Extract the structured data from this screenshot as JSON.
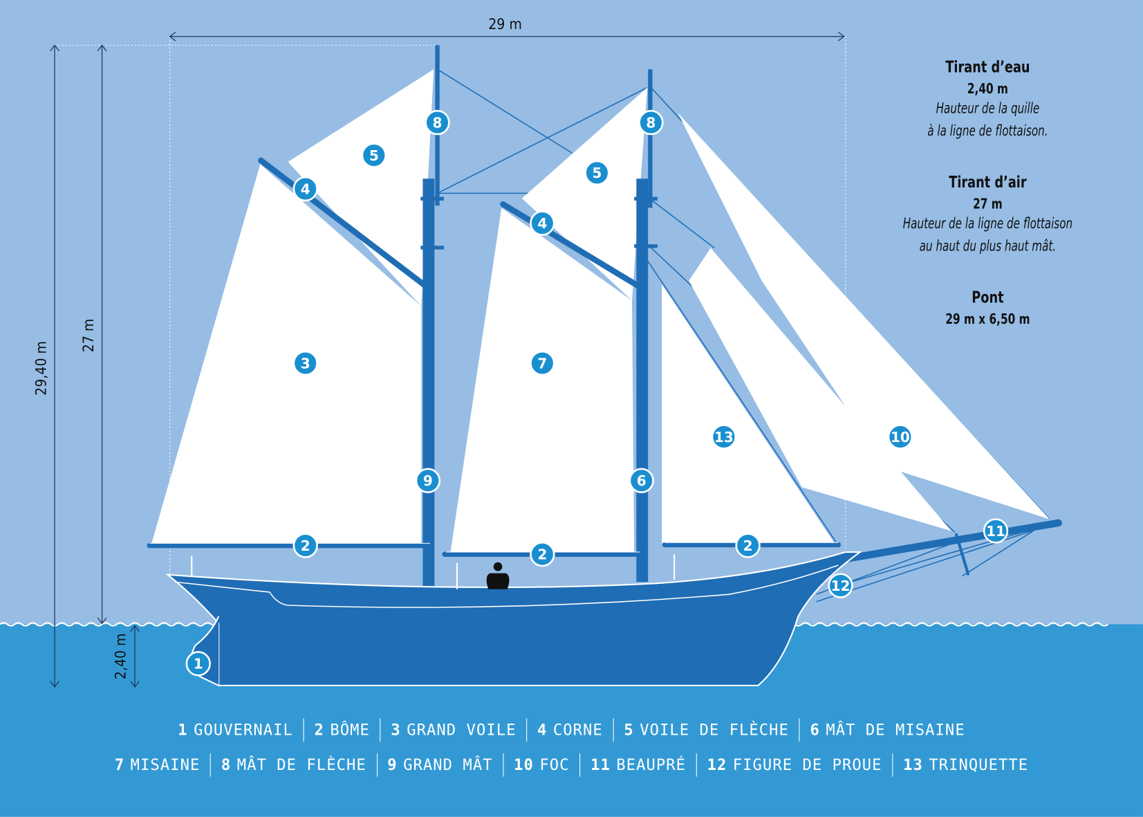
{
  "dimensions": {
    "length": "29 m",
    "total_height": "29,40 m",
    "air_draft": "27 m",
    "draft": "2,40 m"
  },
  "info": [
    {
      "title": "Tirant d’eau",
      "value": "2,40 m",
      "desc1": "Hauteur de la quille",
      "desc2": "à la ligne de flottaison."
    },
    {
      "title": "Tirant d’air",
      "value": "27 m",
      "desc1": "Hauteur de la ligne de flottaison",
      "desc2": "au haut du plus haut mât."
    },
    {
      "title": "Pont",
      "value": "29 m x 6,50 m"
    }
  ],
  "legend": [
    {
      "num": "1",
      "label": "GOUVERNAIL"
    },
    {
      "num": "2",
      "label": "BÔME"
    },
    {
      "num": "3",
      "label": "GRAND VOILE"
    },
    {
      "num": "4",
      "label": "CORNE"
    },
    {
      "num": "5",
      "label": "VOILE DE FLÈCHE"
    },
    {
      "num": "6",
      "label": "MÂT DE MISAINE"
    },
    {
      "num": "7",
      "label": "MISAINE"
    },
    {
      "num": "8",
      "label": "MÂT DE FLÈCHE"
    },
    {
      "num": "9",
      "label": "GRAND MÂT"
    },
    {
      "num": "10",
      "label": "FOC"
    },
    {
      "num": "11",
      "label": "BEAUPRÉ"
    },
    {
      "num": "12",
      "label": "FIGURE DE PROUE"
    },
    {
      "num": "13",
      "label": "TRINQUETTE"
    }
  ],
  "colors": {
    "sky": "#97bde4",
    "sea": "#3399d4",
    "hull": "#1f6db5",
    "marker": "#1a8fd0"
  }
}
